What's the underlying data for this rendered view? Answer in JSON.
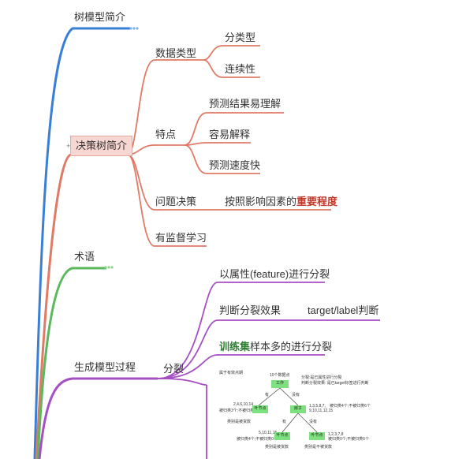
{
  "nodes": {
    "tree_intro": "树模型简介",
    "dt_intro": "决策树简介",
    "data_type": "数据类型",
    "categorical": "分类型",
    "continuous": "连续性",
    "features": "特点",
    "easy_understand": "预测结果易理解",
    "easy_explain": "容易解释",
    "fast_predict": "预测速度快",
    "problem_decision": "问题决策",
    "importance_prefix": "按照影响因素的",
    "importance_highlight": "重要程度",
    "supervised": "有监督学习",
    "terms": "术语",
    "gen_process": "生成模型过程",
    "split": "分裂",
    "split_by_feature": "以属性(feature)进行分裂",
    "judge_split": "判断分裂效果",
    "target_label": "target/label判断",
    "train_highlight": "训练集",
    "train_suffix": "样本多的进行分裂"
  },
  "thumbnail": {
    "caption": "属于有效点期",
    "root_count": "10个数据点",
    "root_box": "工作",
    "root_note1": "分裂:是已属性进行分裂",
    "root_note2": "判断分裂效果: 是已target标签进行判断",
    "yes": "有",
    "no": "没有",
    "left_ids": "2,4,6,10,14",
    "left_note": "被归类3个;不被归类0个",
    "leaf": "叶节点",
    "left_result": "类别是被货款",
    "right_box": "房子",
    "right_ids": "1,3,5,8,7,",
    "right_ids2": "9,10,11,12,15",
    "right_note": "被归类4个;不被归类6个",
    "yes2": "有",
    "no2": "没有",
    "ll_ids": "5,10,11,15",
    "ll_note": "被归类4个;不被归类0个",
    "leaf2": "叶节点",
    "ll_result": "类别是被货款",
    "rr_ids": "1,2,3,7,8",
    "rr_note": "被归类0个;不被归类6个",
    "leaf3": "叶节点",
    "rr_result": "类别是不被货款"
  },
  "colors": {
    "blue": "#3a7fd6",
    "salmon": "#e07a66",
    "green": "#5cb85c",
    "purple": "#a64fc4"
  }
}
